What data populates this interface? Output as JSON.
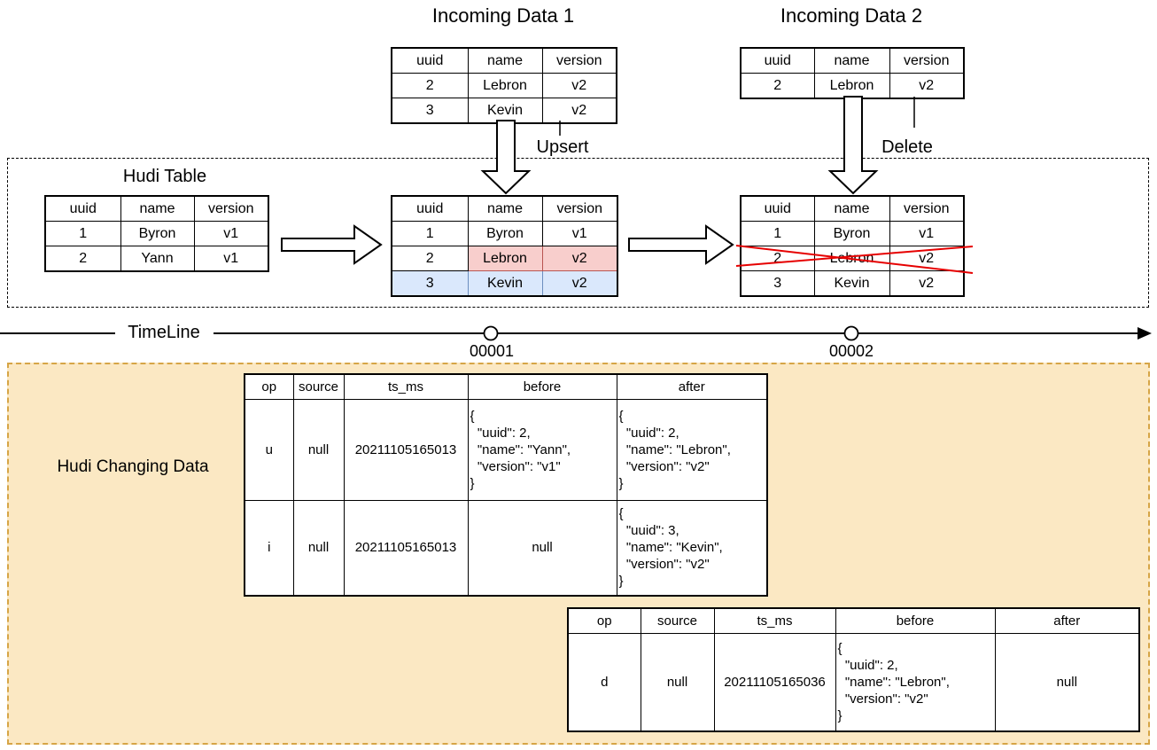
{
  "titles": {
    "incoming1": "Incoming Data 1",
    "incoming2": "Incoming Data 2"
  },
  "labels": {
    "upsert": "Upsert",
    "delete": "Delete",
    "hudi_table": "Hudi Table",
    "timeline": "TimeLine",
    "instant1": "00001",
    "instant2": "00002",
    "changing_data": "Hudi Changing Data"
  },
  "record_schema": [
    "uuid",
    "name",
    "version"
  ],
  "incoming1_rows": [
    [
      "2",
      "Lebron",
      "v2"
    ],
    [
      "3",
      "Kevin",
      "v2"
    ]
  ],
  "incoming2_rows": [
    [
      "2",
      "Lebron",
      "v2"
    ]
  ],
  "hudi_initial_rows": [
    [
      "1",
      "Byron",
      "v1"
    ],
    [
      "2",
      "Yann",
      "v1"
    ]
  ],
  "hudi_after_upsert_rows": [
    [
      "1",
      "Byron",
      "v1"
    ],
    [
      "2",
      "Lebron",
      "v2"
    ],
    [
      "3",
      "Kevin",
      "v2"
    ]
  ],
  "hudi_after_delete_rows": [
    [
      "1",
      "Byron",
      "v1"
    ],
    [
      "2",
      "Lebron",
      "v2"
    ],
    [
      "3",
      "Kevin",
      "v2"
    ]
  ],
  "cdc_headers": [
    "op",
    "source",
    "ts_ms",
    "before",
    "after"
  ],
  "cdc_table1_rows": [
    {
      "op": "u",
      "source": "null",
      "ts_ms": "20211105165013",
      "before": "{\n  \"uuid\": 2,\n  \"name\": \"Yann\",\n  \"version\": \"v1\"\n}",
      "after": "{\n  \"uuid\": 2,\n  \"name\": \"Lebron\",\n  \"version\": \"v2\"\n}"
    },
    {
      "op": "i",
      "source": "null",
      "ts_ms": "20211105165013",
      "before": "null",
      "after": "{\n  \"uuid\": 3,\n  \"name\": \"Kevin\",\n  \"version\": \"v2\"\n}"
    }
  ],
  "cdc_table2_rows": [
    {
      "op": "d",
      "source": "null",
      "ts_ms": "20211105165036",
      "before": "{\n  \"uuid\": 2,\n  \"name\": \"Lebron\",\n  \"version\": \"v2\"\n}",
      "after": "null"
    }
  ],
  "colors": {
    "upserted_cell_fill": "#F8CECC",
    "upserted_cell_border": "#B85450",
    "inserted_row_fill": "#DAE8FC",
    "inserted_row_border": "#6C8EBF",
    "changing_data_box_fill": "#FBE8C3",
    "changing_data_box_border": "#D6A546",
    "delete_cross": "#E60000"
  }
}
